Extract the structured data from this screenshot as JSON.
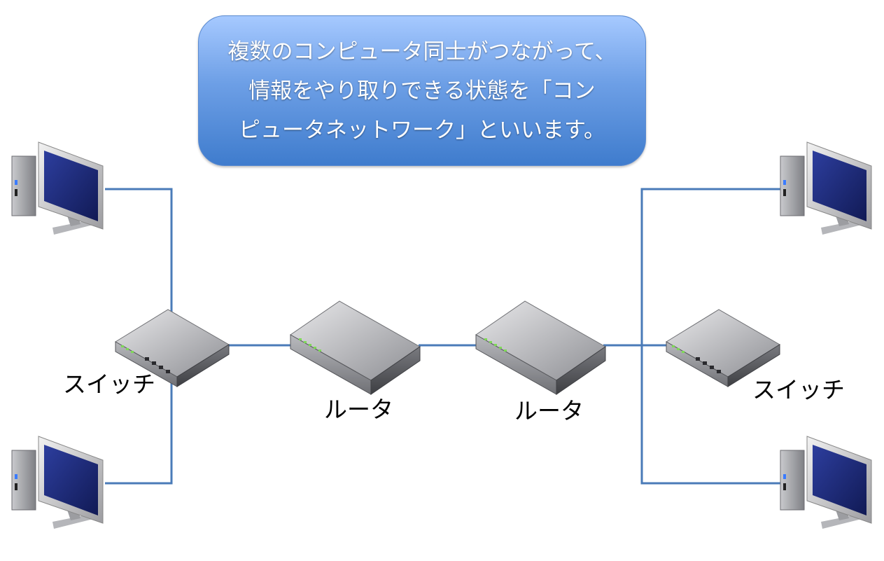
{
  "callout": {
    "lines": [
      "複数のコンピュータ同士がつながって、",
      "情報をやり取りできる状態を「コン",
      "ピュータネットワーク」といいます。"
    ]
  },
  "labels": {
    "switch_left": "スイッチ",
    "router_left": "ルータ",
    "router_right": "ルータ",
    "switch_right": "スイッチ"
  },
  "colors": {
    "link": "#4a7bb8",
    "callout_top": "#a6c9ff",
    "callout_bottom": "#3f7ccd",
    "led": "#7ed957",
    "screen": "#1c2a7a"
  }
}
